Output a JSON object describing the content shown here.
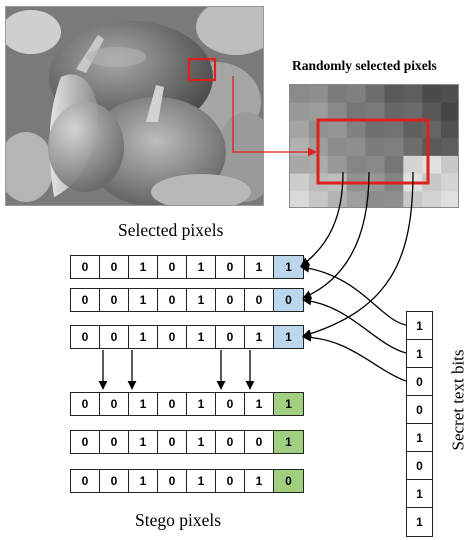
{
  "heading_random": "Randomly selected pixels",
  "label_selected": "Selected pixels",
  "label_stego": "Stego pixels",
  "label_secret": "Secret text bits",
  "colors": {
    "highlight_red": "#e0201c",
    "lsb_blue": "#bcd6ee",
    "stego_green": "#9fcf7f"
  },
  "selected_rows": [
    [
      "0",
      "0",
      "1",
      "0",
      "1",
      "0",
      "1",
      "1"
    ],
    [
      "0",
      "0",
      "1",
      "0",
      "1",
      "0",
      "0",
      "0"
    ],
    [
      "0",
      "0",
      "1",
      "0",
      "1",
      "0",
      "1",
      "1"
    ]
  ],
  "stego_rows": [
    [
      "0",
      "0",
      "1",
      "0",
      "1",
      "0",
      "1",
      "1"
    ],
    [
      "0",
      "0",
      "1",
      "0",
      "1",
      "0",
      "0",
      "1"
    ],
    [
      "0",
      "0",
      "1",
      "0",
      "1",
      "0",
      "1",
      "0"
    ]
  ],
  "secret_bits": [
    "1",
    "1",
    "0",
    "0",
    "1",
    "0",
    "1",
    "1"
  ]
}
